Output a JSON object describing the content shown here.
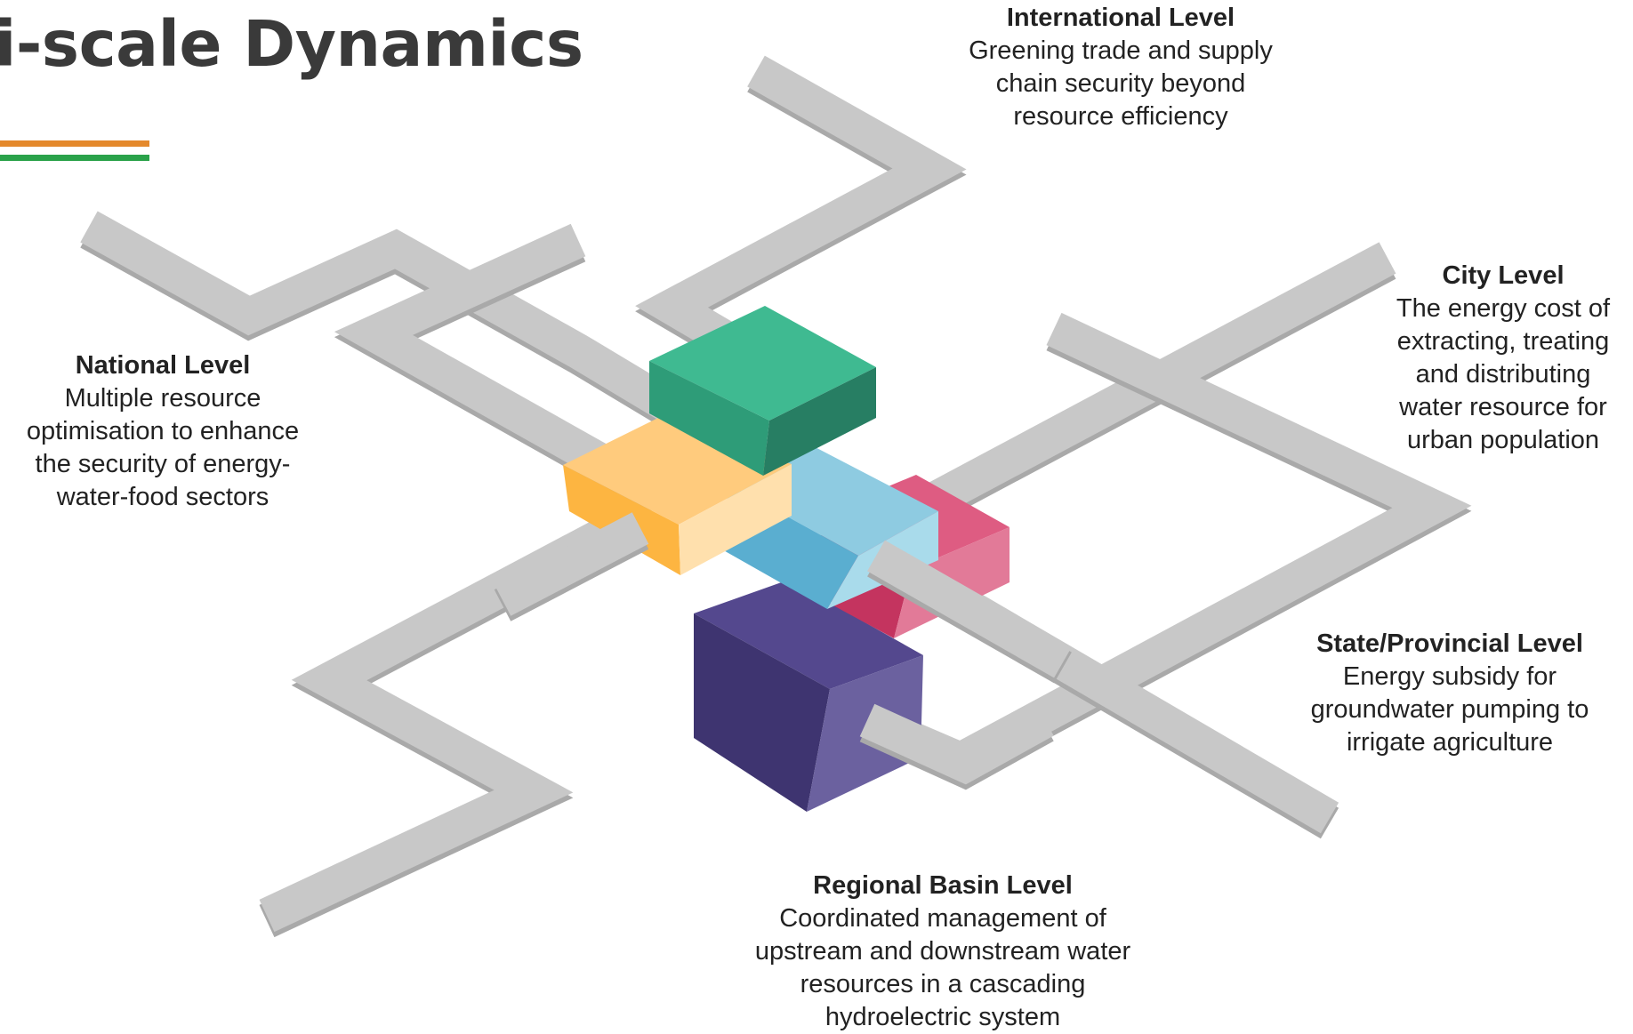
{
  "slide": {
    "title": "i-scale Dynamics",
    "accent_colors": {
      "orange": "#e4892c",
      "green": "#2aa24a"
    }
  },
  "levels": {
    "international": {
      "title": "International Level",
      "description": "Greening trade and supply\nchain security beyond\nresource efficiency"
    },
    "national": {
      "title": "National Level",
      "description": "Multiple resource\noptimisation to enhance\nthe security of energy-\nwater-food sectors"
    },
    "city": {
      "title": "City Level",
      "description": "The energy cost of\nextracting, treating\nand distributing\nwater resource for\nurban population"
    },
    "state": {
      "title": "State/Provincial Level",
      "description": "Energy subsidy for\ngroundwater pumping to\nirrigate agriculture"
    },
    "regional": {
      "title": "Regional Basin Level",
      "description": "Coordinated management of\nupstream and downstream water\nresources in a cascading\nhydroelectric system"
    }
  },
  "blocks": {
    "green": {
      "top": "#3fba91",
      "left": "#2e9c78",
      "right": "#277e63"
    },
    "yellow": {
      "top": "#ffcb7d",
      "left": "#fdb541",
      "right": "#ffe0ad"
    },
    "blue": {
      "top": "#8ecbe1",
      "left": "#5aaed0",
      "right": "#a9dbeb"
    },
    "pink": {
      "top": "#de5c82",
      "left": "#c4345f",
      "right": "#e27a98"
    },
    "purple": {
      "top": "#54488e",
      "left": "#3e3470",
      "right": "#6b619f"
    }
  },
  "paths": {
    "fill": "#c8c8c8",
    "shade": "#a9a9a9"
  }
}
